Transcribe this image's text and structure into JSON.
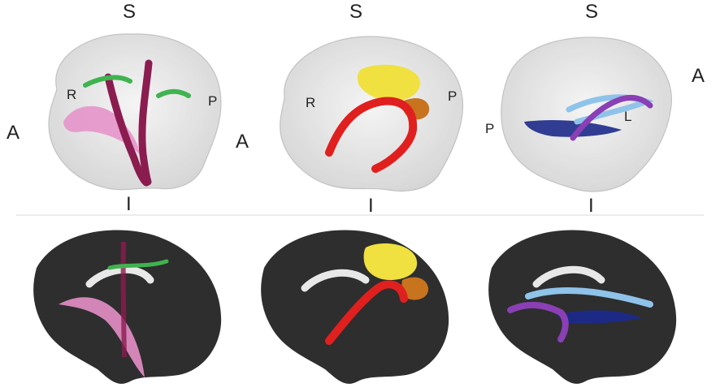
{
  "labels": {
    "top_left": {
      "superior": "S",
      "inferior": "I",
      "anterior": "A",
      "right": "R",
      "posterior": "P"
    },
    "top_middle": {
      "superior": "S",
      "inferior": "I",
      "anterior": "A",
      "right": "R",
      "posterior": "P"
    },
    "top_right": {
      "superior": "S",
      "inferior": "I",
      "anterior": "A",
      "left": "L",
      "posterior": "P"
    }
  },
  "colors": {
    "glass_brain": "#d9d9d9",
    "slice_bg": "#2e2e2e",
    "green_tract": "#3fb34f",
    "maroon_tract": "#8b1c4f",
    "pink_tract": "#e58fc8",
    "yellow_tract": "#f0e040",
    "red_tract": "#e0201e",
    "orange_tract": "#c8731e",
    "purple_tract": "#8a3fb5",
    "navy_tract": "#1c2a8a",
    "lightblue_tract": "#8fc3ea"
  }
}
